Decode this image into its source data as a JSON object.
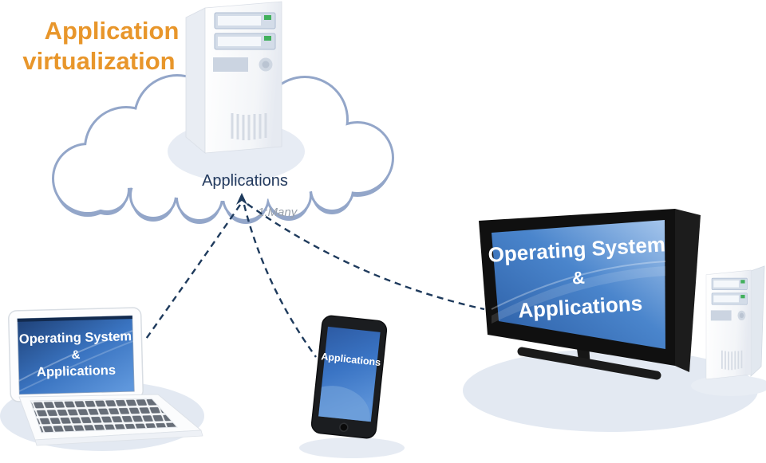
{
  "title": {
    "line1": "Application",
    "line2": "virtualization"
  },
  "cloud": {
    "label": "Applications",
    "relationship_label": "1:Many"
  },
  "devices": {
    "laptop": {
      "screen_line1": "Operating System",
      "screen_line2": "&",
      "screen_line3": "Applications"
    },
    "tablet": {
      "screen_label": "Applications"
    },
    "monitor": {
      "screen_line1": "Operating System",
      "screen_line2": "&",
      "screen_line3": "Applications"
    }
  },
  "icons": {
    "cloud": "cloud-icon",
    "server_in_cloud": "server-tower-icon",
    "laptop": "laptop-icon",
    "tablet": "tablet-icon",
    "monitor": "monitor-icon",
    "desktop_tower": "desktop-tower-icon",
    "arrow": "arrow-up-icon"
  },
  "colors": {
    "title_orange": "#E8962B",
    "cloud_outline": "#93A6C9",
    "connector_navy": "#1E3A5C",
    "cloud_label_navy": "#233A5E",
    "relationship_gray": "#99A1AB",
    "screen_blue_dark": "#2A5CA3",
    "screen_blue_light": "#A6C6EC",
    "shadow_blue": "#E3E9F2",
    "led_green": "#41B05C",
    "background": "#FFFFFF"
  }
}
